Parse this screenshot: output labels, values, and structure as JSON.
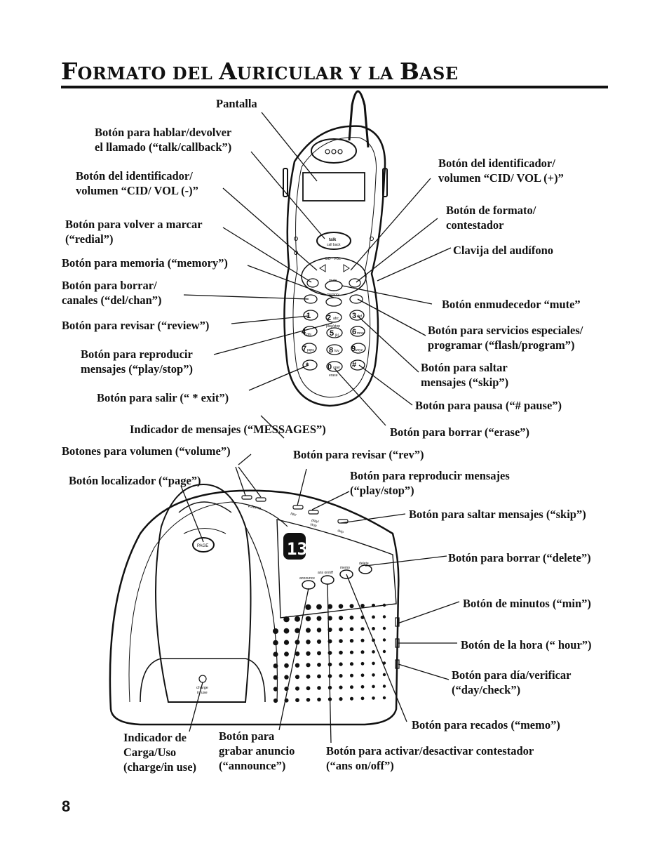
{
  "page": {
    "title_part1_big": "F",
    "title_part1_small": "ORMATO DEL ",
    "title_part2_big": "A",
    "title_part2_small": "URICULAR Y LA ",
    "title_part3_big": "B",
    "title_part3_small": "ASE",
    "page_number": "8"
  },
  "handset_labels": {
    "pantalla": "Pantalla",
    "talk_1": "Botón para hablar/devolver",
    "talk_2": "el llamado (“talk/callback”)",
    "cid_minus_1": "Botón del identificador/",
    "cid_minus_2": "volumen “CID/ VOL (-)”",
    "redial_1": "Botón para volver a marcar",
    "redial_2": "(“redial”)",
    "memory": "Botón para memoria (“memory”)",
    "delchan_1": "Botón para borrar/",
    "delchan_2": "canales (“del/chan”)",
    "review": "Botón para revisar (“review”)",
    "playstop_1": "Botón para reproducir",
    "playstop_2": "mensajes (“play/stop”)",
    "exit": "Botón para salir (“ * exit”)",
    "cid_plus_1": "Botón del identificador/",
    "cid_plus_2": "volumen “CID/ VOL (+)”",
    "format_1": "Botón de formato/",
    "format_2": "contestador",
    "headset": "Clavija del audífono",
    "mute": "Botón enmudecedor  “mute”",
    "flash_1": "Botón para servicios especiales/",
    "flash_2": "programar (“flash/program”)",
    "skip_1": "Botón para saltar",
    "skip_2": "mensajes (“skip”)",
    "pause": "Botón para pausa  (“# pause”)",
    "erase": "Botón para borrar (“erase”)"
  },
  "base_labels": {
    "messages": "Indicador de mensajes (“MESSAGES”)",
    "volume": "Botones para volumen (“volume”)",
    "page": "Botón localizador (“page”)",
    "rev": "Botón para revisar (“rev”)",
    "playstop_1": "Botón para reproducir mensajes",
    "playstop_2": "(“play/stop”)",
    "skip": "Botón para saltar mensajes (“skip”)",
    "delete": "Botón para borrar (“delete”)",
    "min": "Botón de minutos (“min”)",
    "hour": "Botón de la hora (“ hour”)",
    "day_1": "Botón para día/verificar",
    "day_2": "(“day/check”)",
    "memo": "Botón para recados (“memo”)",
    "charge_1": "Indicador de",
    "charge_2": "Carga/Uso",
    "charge_3": "(charge/in use)",
    "announce_1": "Botón para",
    "announce_2": "grabar anuncio",
    "announce_3": "(“announce”)",
    "ansonoff_1": "Botón para activar/desactivar contestador",
    "ansonoff_2": "(“ans on/off”)"
  },
  "device_text": {
    "talk": "talk",
    "callback": "call back",
    "cid_vol": "CID · VOL",
    "mute": "mute",
    "memory": "memory",
    "playstop": "play/stop",
    "erase": "erase",
    "k1": "1",
    "k2": "2",
    "k3": "3",
    "k4": "4",
    "k5": "5",
    "k6": "6",
    "k7": "7",
    "k8": "8",
    "k9": "9",
    "kstar": "*",
    "k0": "0",
    "khash": "#",
    "abc": "abc",
    "def": "def",
    "ghi": "ghi",
    "jkl": "jkl",
    "mno": "mno",
    "pqrs": "pqrs",
    "tuv": "tuv",
    "wxyz": "wxyz",
    "oper": "oper",
    "base_page": "PAGE",
    "base_display": "13",
    "base_volume": "volume",
    "base_rev": "rev",
    "base_play": "play/",
    "base_stop": "stop",
    "base_skip": "skip",
    "base_delete": "delete",
    "base_memo": "memo",
    "base_ansonoff": "ans on/off",
    "base_announce": "announce",
    "base_charge": "charge",
    "base_inuse": "in use"
  }
}
